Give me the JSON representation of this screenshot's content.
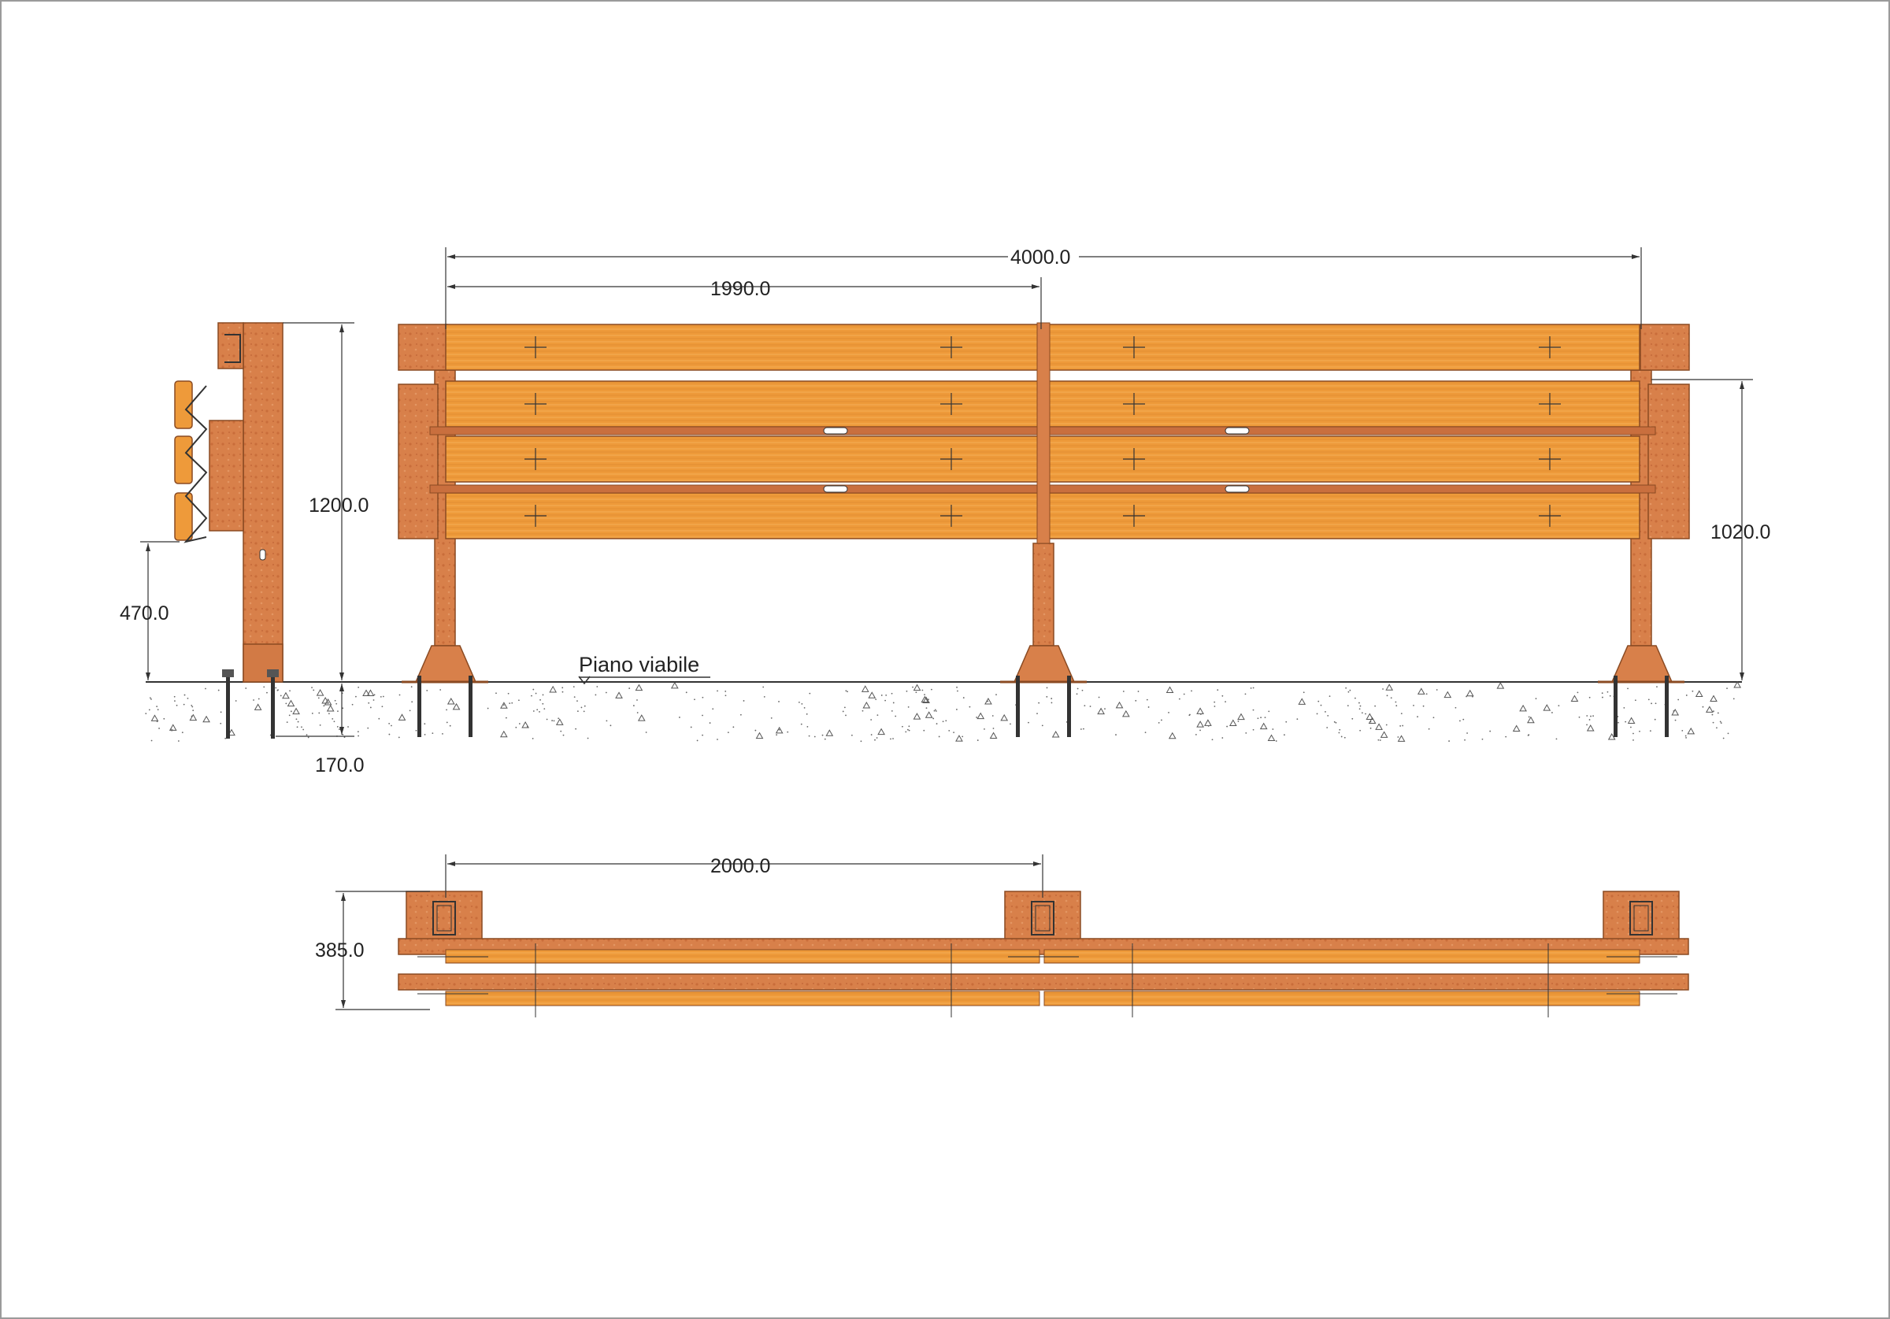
{
  "drawing": {
    "dimensions": {
      "total_length": "4000.0",
      "span_1990": "1990.0",
      "height_1200": "1200.0",
      "height_470": "470.0",
      "embed_170": "170.0",
      "height_1020": "1020.0",
      "span_2000": "2000.0",
      "depth_385": "385.0"
    },
    "labels": {
      "road_level": "Piano viabile"
    }
  },
  "colors": {
    "wood": "#ee9a3a",
    "wood_dark": "#d2792b",
    "corten": "#d8804a",
    "corten_dark": "#b9632f",
    "line": "#333333",
    "frame": "#9a9a9a"
  }
}
